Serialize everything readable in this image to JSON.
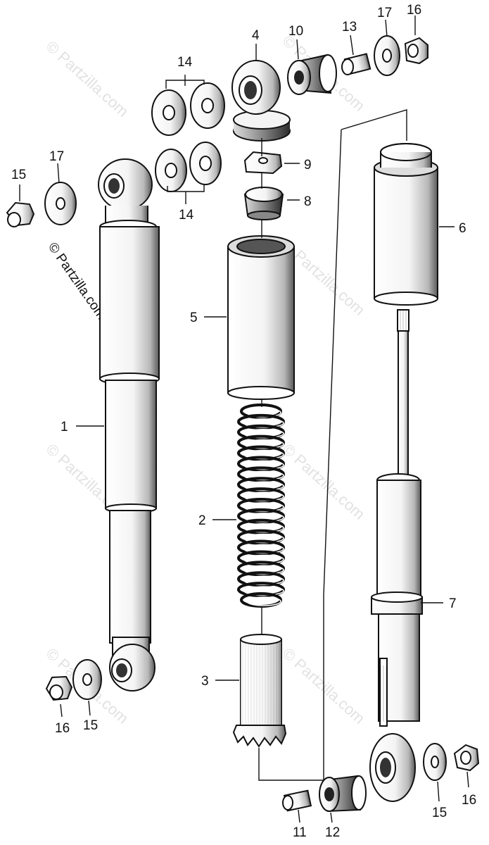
{
  "watermark": {
    "text": "© Partzilla.com"
  },
  "parts": [
    {
      "id": "p1",
      "number": "1"
    },
    {
      "id": "p2",
      "number": "2"
    },
    {
      "id": "p3",
      "number": "3"
    },
    {
      "id": "p4",
      "number": "4"
    },
    {
      "id": "p5",
      "number": "5"
    },
    {
      "id": "p6",
      "number": "6"
    },
    {
      "id": "p7",
      "number": "7"
    },
    {
      "id": "p8",
      "number": "8"
    },
    {
      "id": "p9",
      "number": "9"
    },
    {
      "id": "p10",
      "number": "10"
    },
    {
      "id": "p11",
      "number": "11"
    },
    {
      "id": "p12",
      "number": "12"
    },
    {
      "id": "p13",
      "number": "13"
    },
    {
      "id": "p14a",
      "number": "14"
    },
    {
      "id": "p14b",
      "number": "14"
    },
    {
      "id": "p15a",
      "number": "15"
    },
    {
      "id": "p15b",
      "number": "15"
    },
    {
      "id": "p16a",
      "number": "16"
    },
    {
      "id": "p16b",
      "number": "16"
    },
    {
      "id": "p16c",
      "number": "16"
    },
    {
      "id": "p17a",
      "number": "17"
    },
    {
      "id": "p17b",
      "number": "17"
    }
  ]
}
